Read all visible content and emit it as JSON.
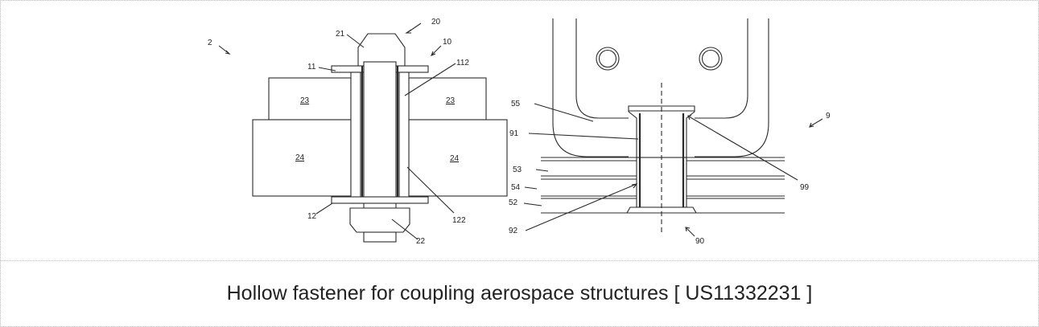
{
  "caption": {
    "title": "Hollow fastener for coupling aerospace structures",
    "patent_id": "[ US11332231 ]"
  },
  "figure_left": {
    "ref_assembly": "2",
    "ref_fastener": "20",
    "ref_head": "21",
    "ref_collar": "10",
    "ref_flange_top": "11",
    "ref_bore_top": "112",
    "ref_part_upper_left": "23",
    "ref_part_upper_right": "23",
    "ref_part_lower_left": "24",
    "ref_part_lower_right": "24",
    "ref_flange_bottom": "12",
    "ref_bore_bottom": "122",
    "ref_nut": "22"
  },
  "figure_right": {
    "ref_assembly": "9",
    "ref_bracket": "55",
    "ref_sleeve_upper": "91",
    "ref_layer_53": "53",
    "ref_layer_54": "54",
    "ref_layer_52": "52",
    "ref_sleeve_lower": "92",
    "ref_lip": "99",
    "ref_fastener": "90"
  }
}
